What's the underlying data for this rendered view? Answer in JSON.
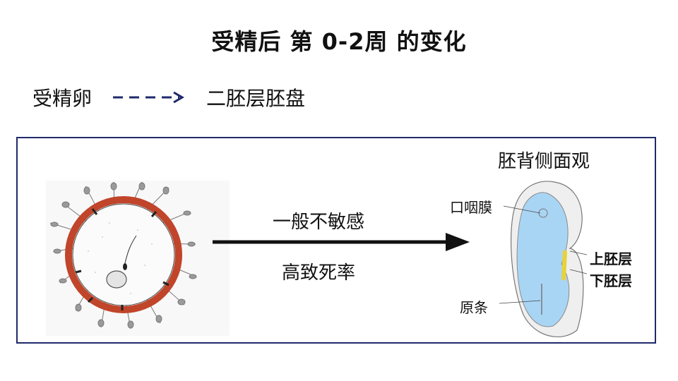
{
  "title": "受精后 第 0-2周 的变化",
  "process": {
    "from": "受精卵",
    "to": "二胚层胚盘"
  },
  "panel": {
    "arrow_top_label": "一般不敏感",
    "arrow_bottom_label": "高致死率",
    "embryo_title": "胚背侧面观",
    "labels": {
      "oropharyngeal_membrane": "口咽膜",
      "epiblast": "上胚层",
      "hypoblast": "下胚层",
      "primitive_streak": "原条"
    }
  },
  "colors": {
    "frame": "#1f2a6b",
    "process_arrow": "#1f2a6b",
    "zona": "#c0452a",
    "disc": "#a9d5f5",
    "hypoblast": "#e8d23a"
  }
}
